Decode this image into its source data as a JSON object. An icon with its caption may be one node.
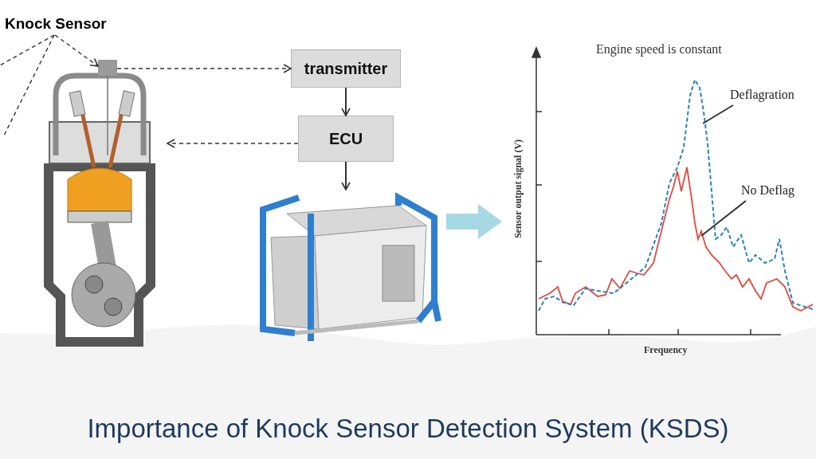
{
  "diagram": {
    "title": "Importance of Knock Sensor Detection System (KSDS)",
    "nodes": [
      {
        "text": [
          "Knock Sensor"
        ]
      },
      {
        "text": [],
        "shape": "picture"
      },
      {
        "text": [],
        "shape": "box"
      },
      {
        "text": [
          "transmitter"
        ]
      },
      {
        "text": [
          "ECU"
        ]
      },
      {
        "text": [],
        "shape": "picture"
      },
      {
        "text": [],
        "shape": "picture"
      },
      {
        "text": [
          "Deflagration"
        ],
        "in": 6
      },
      {
        "text": [
          "No Deflag"
        ],
        "in": 6
      }
    ],
    "edges": [
      {
        "from": 0,
        "to": 2,
        "arrow": "to",
        "style": "dashed"
      },
      {
        "from": 0,
        "to": null,
        "arrow": "none",
        "style": "dashed"
      },
      {
        "from": 0,
        "to": null,
        "arrow": "none",
        "style": "dashed"
      },
      {
        "from": 2,
        "to": 3,
        "arrow": "to",
        "style": "dashed"
      },
      {
        "from": 3,
        "to": 4,
        "arrow": "to"
      },
      {
        "from": 4,
        "to": 1,
        "arrow": "to",
        "style": "dashed"
      },
      {
        "from": 4,
        "to": 5,
        "arrow": "to"
      },
      {
        "from": 5,
        "to": 6,
        "arrow": "to",
        "style": "thick",
        "color": "#a6d9e3"
      },
      {
        "from": 7,
        "to": null,
        "arrow": "none"
      },
      {
        "from": 8,
        "to": null,
        "arrow": "none"
      }
    ],
    "labels": [
      "Engine speed is constant",
      "Sensor output signal (V)",
      "Frequency"
    ]
  }
}
